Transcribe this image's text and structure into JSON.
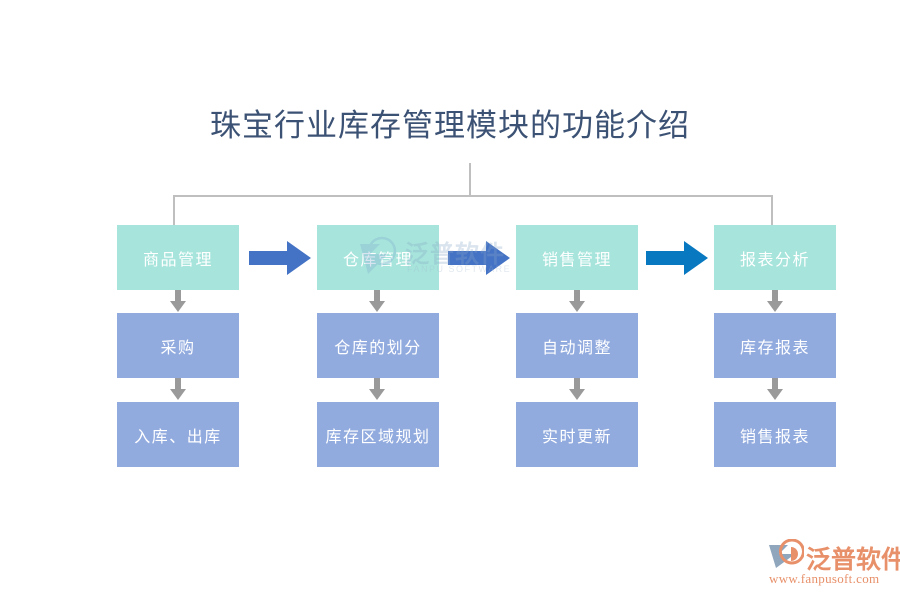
{
  "title": "珠宝行业库存管理模块的功能介绍",
  "colors": {
    "title_text": "#3c5274",
    "teal_box": "#a7e5dc",
    "periwinkle_box": "#92abdf",
    "arrow_blue": "#4472c4",
    "arrow_blue_dark": "#0878c0",
    "connector_gray": "#bfbfbf",
    "down_arrow_gray": "#9a9a9a",
    "logo_orange": "#e8906a",
    "logo_mark_blue": "#8fa6bd",
    "box_text": "#ffffff"
  },
  "columns": [
    {
      "header": {
        "label": "商品管理",
        "style": "teal"
      },
      "steps": [
        {
          "label": "采购",
          "style": "periwinkle"
        },
        {
          "label": "入库、出库",
          "style": "periwinkle"
        }
      ]
    },
    {
      "header": {
        "label": "仓库管理",
        "style": "teal"
      },
      "steps": [
        {
          "label": "仓库的划分",
          "style": "periwinkle"
        },
        {
          "label": "库存区域规划",
          "style": "periwinkle"
        }
      ]
    },
    {
      "header": {
        "label": "销售管理",
        "style": "teal"
      },
      "steps": [
        {
          "label": "自动调整",
          "style": "periwinkle"
        },
        {
          "label": "实时更新",
          "style": "periwinkle"
        }
      ]
    },
    {
      "header": {
        "label": "报表分析",
        "style": "teal"
      },
      "steps": [
        {
          "label": "库存报表",
          "style": "periwinkle"
        },
        {
          "label": "销售报表",
          "style": "periwinkle"
        }
      ]
    }
  ],
  "flow_arrows": [
    {
      "name": "arrow-商品管理-to-仓库管理",
      "color": "#4472c4"
    },
    {
      "name": "arrow-仓库管理-to-销售管理",
      "color": "#4472c4"
    },
    {
      "name": "arrow-销售管理-to-报表分析",
      "color": "#0878c0"
    }
  ],
  "watermark": {
    "text": "泛普软件",
    "subtext": "FANPU SOFTWARE"
  },
  "logo": {
    "name": "泛普软件",
    "url": "www.fanpusoft.com"
  }
}
